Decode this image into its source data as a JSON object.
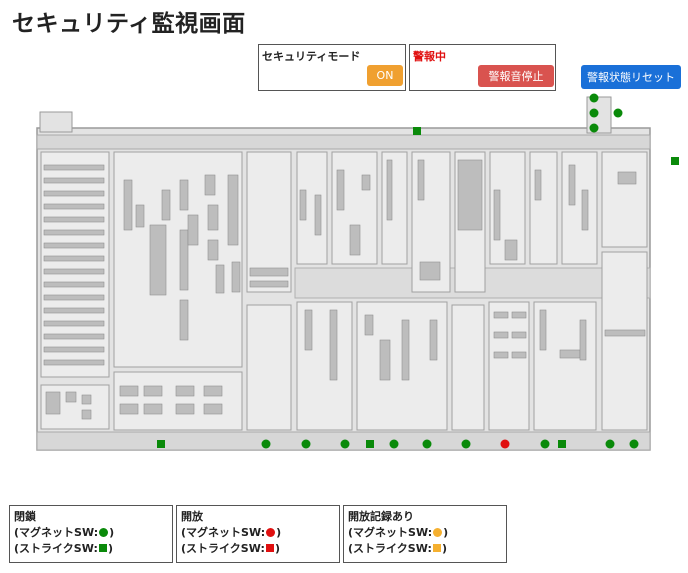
{
  "page": {
    "title": "セキュリティ監視画面"
  },
  "security_mode": {
    "label": "セキュリティモード",
    "button": "ON"
  },
  "alarm": {
    "label": "警報中",
    "button": "警報音停止"
  },
  "reset": {
    "button": "警報状態リセット"
  },
  "colors": {
    "closed": "#0a8a0a",
    "open": "#e01010",
    "open_record": "#f5b030",
    "alarm_text": "#e01010"
  },
  "legend": [
    {
      "title": "閉鎖",
      "magnet": "(マグネットSW:",
      "strike": "(ストライクSW:",
      "close": ")",
      "state": "closed"
    },
    {
      "title": "開放",
      "magnet": "(マグネットSW:",
      "strike": "(ストライクSW:",
      "close": ")",
      "state": "open"
    },
    {
      "title": "開放記録あり",
      "magnet": "(マグネットSW:",
      "strike": "(ストライクSW:",
      "close": ")",
      "state": "open_record"
    }
  ],
  "floorplan": {
    "sensors": [
      {
        "kind": "circle",
        "state": "closed"
      },
      {
        "kind": "circle",
        "state": "closed"
      },
      {
        "kind": "circle",
        "state": "closed"
      },
      {
        "kind": "circle",
        "state": "closed"
      },
      {
        "kind": "square",
        "state": "closed"
      },
      {
        "kind": "square",
        "state": "closed"
      },
      {
        "kind": "square",
        "state": "closed"
      },
      {
        "kind": "circle",
        "state": "closed"
      },
      {
        "kind": "circle",
        "state": "closed"
      },
      {
        "kind": "circle",
        "state": "closed"
      },
      {
        "kind": "square",
        "state": "closed"
      },
      {
        "kind": "circle",
        "state": "closed"
      },
      {
        "kind": "circle",
        "state": "closed"
      },
      {
        "kind": "circle",
        "state": "closed"
      },
      {
        "kind": "circle",
        "state": "open"
      },
      {
        "kind": "circle",
        "state": "closed"
      },
      {
        "kind": "square",
        "state": "closed"
      },
      {
        "kind": "circle",
        "state": "closed"
      },
      {
        "kind": "circle",
        "state": "closed"
      }
    ]
  }
}
